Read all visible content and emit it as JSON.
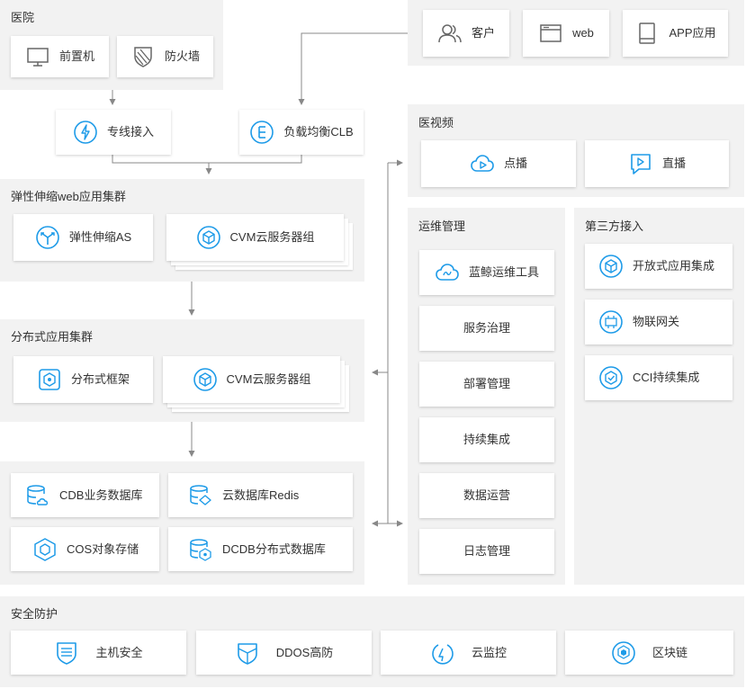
{
  "hospital": {
    "title": "医院",
    "items": [
      "前置机",
      "防火墙"
    ]
  },
  "clients": {
    "items": [
      "客户",
      "web",
      "APP应用"
    ]
  },
  "access": {
    "items": [
      "专线接入",
      "负载均衡CLB"
    ]
  },
  "video": {
    "title": "医视频",
    "items": [
      "点播",
      "直播"
    ]
  },
  "elastic": {
    "title": "弹性伸缩web应用集群",
    "items": [
      "弹性伸缩AS",
      "CVM云服务器组"
    ]
  },
  "distributed": {
    "title": "分布式应用集群",
    "items": [
      "分布式框架",
      "CVM云服务器组"
    ]
  },
  "database": {
    "items": [
      "CDB业务数据库",
      "云数据库Redis",
      "COS对象存储",
      "DCDB分布式数据库"
    ]
  },
  "ops": {
    "title": "运维管理",
    "items": [
      "蓝鲸运维工具",
      "服务治理",
      "部署管理",
      "持续集成",
      "数据运营",
      "日志管理"
    ]
  },
  "third": {
    "title": "第三方接入",
    "items": [
      "开放式应用集成",
      "物联网关",
      "CCI持续集成"
    ]
  },
  "security": {
    "title": "安全防护",
    "items": [
      "主机安全",
      "DDOS高防",
      "云监控",
      "区块链"
    ]
  },
  "colors": {
    "accent": "#1e9be8",
    "icon_gray": "#666666",
    "panel_bg": "#f2f2f2",
    "line": "#888888"
  },
  "icons": {
    "hospital": [
      "monitor-icon",
      "shield-icon"
    ],
    "clients": [
      "users-icon",
      "browser-icon",
      "tablet-icon"
    ],
    "access": [
      "dedicated-line-icon",
      "load-balancer-icon"
    ],
    "video": [
      "cloud-play-icon",
      "live-play-icon"
    ],
    "elastic": [
      "auto-scaling-icon",
      "cvm-icon"
    ],
    "distributed": [
      "framework-icon",
      "cvm-icon"
    ],
    "database": [
      "cdb-icon",
      "redis-icon",
      "cos-icon",
      "dcdb-icon"
    ],
    "third": [
      "open-app-icon",
      "iot-gateway-icon",
      "cci-icon"
    ],
    "security": [
      "host-security-icon",
      "ddos-icon",
      "cloud-monitor-icon",
      "blockchain-icon"
    ]
  }
}
